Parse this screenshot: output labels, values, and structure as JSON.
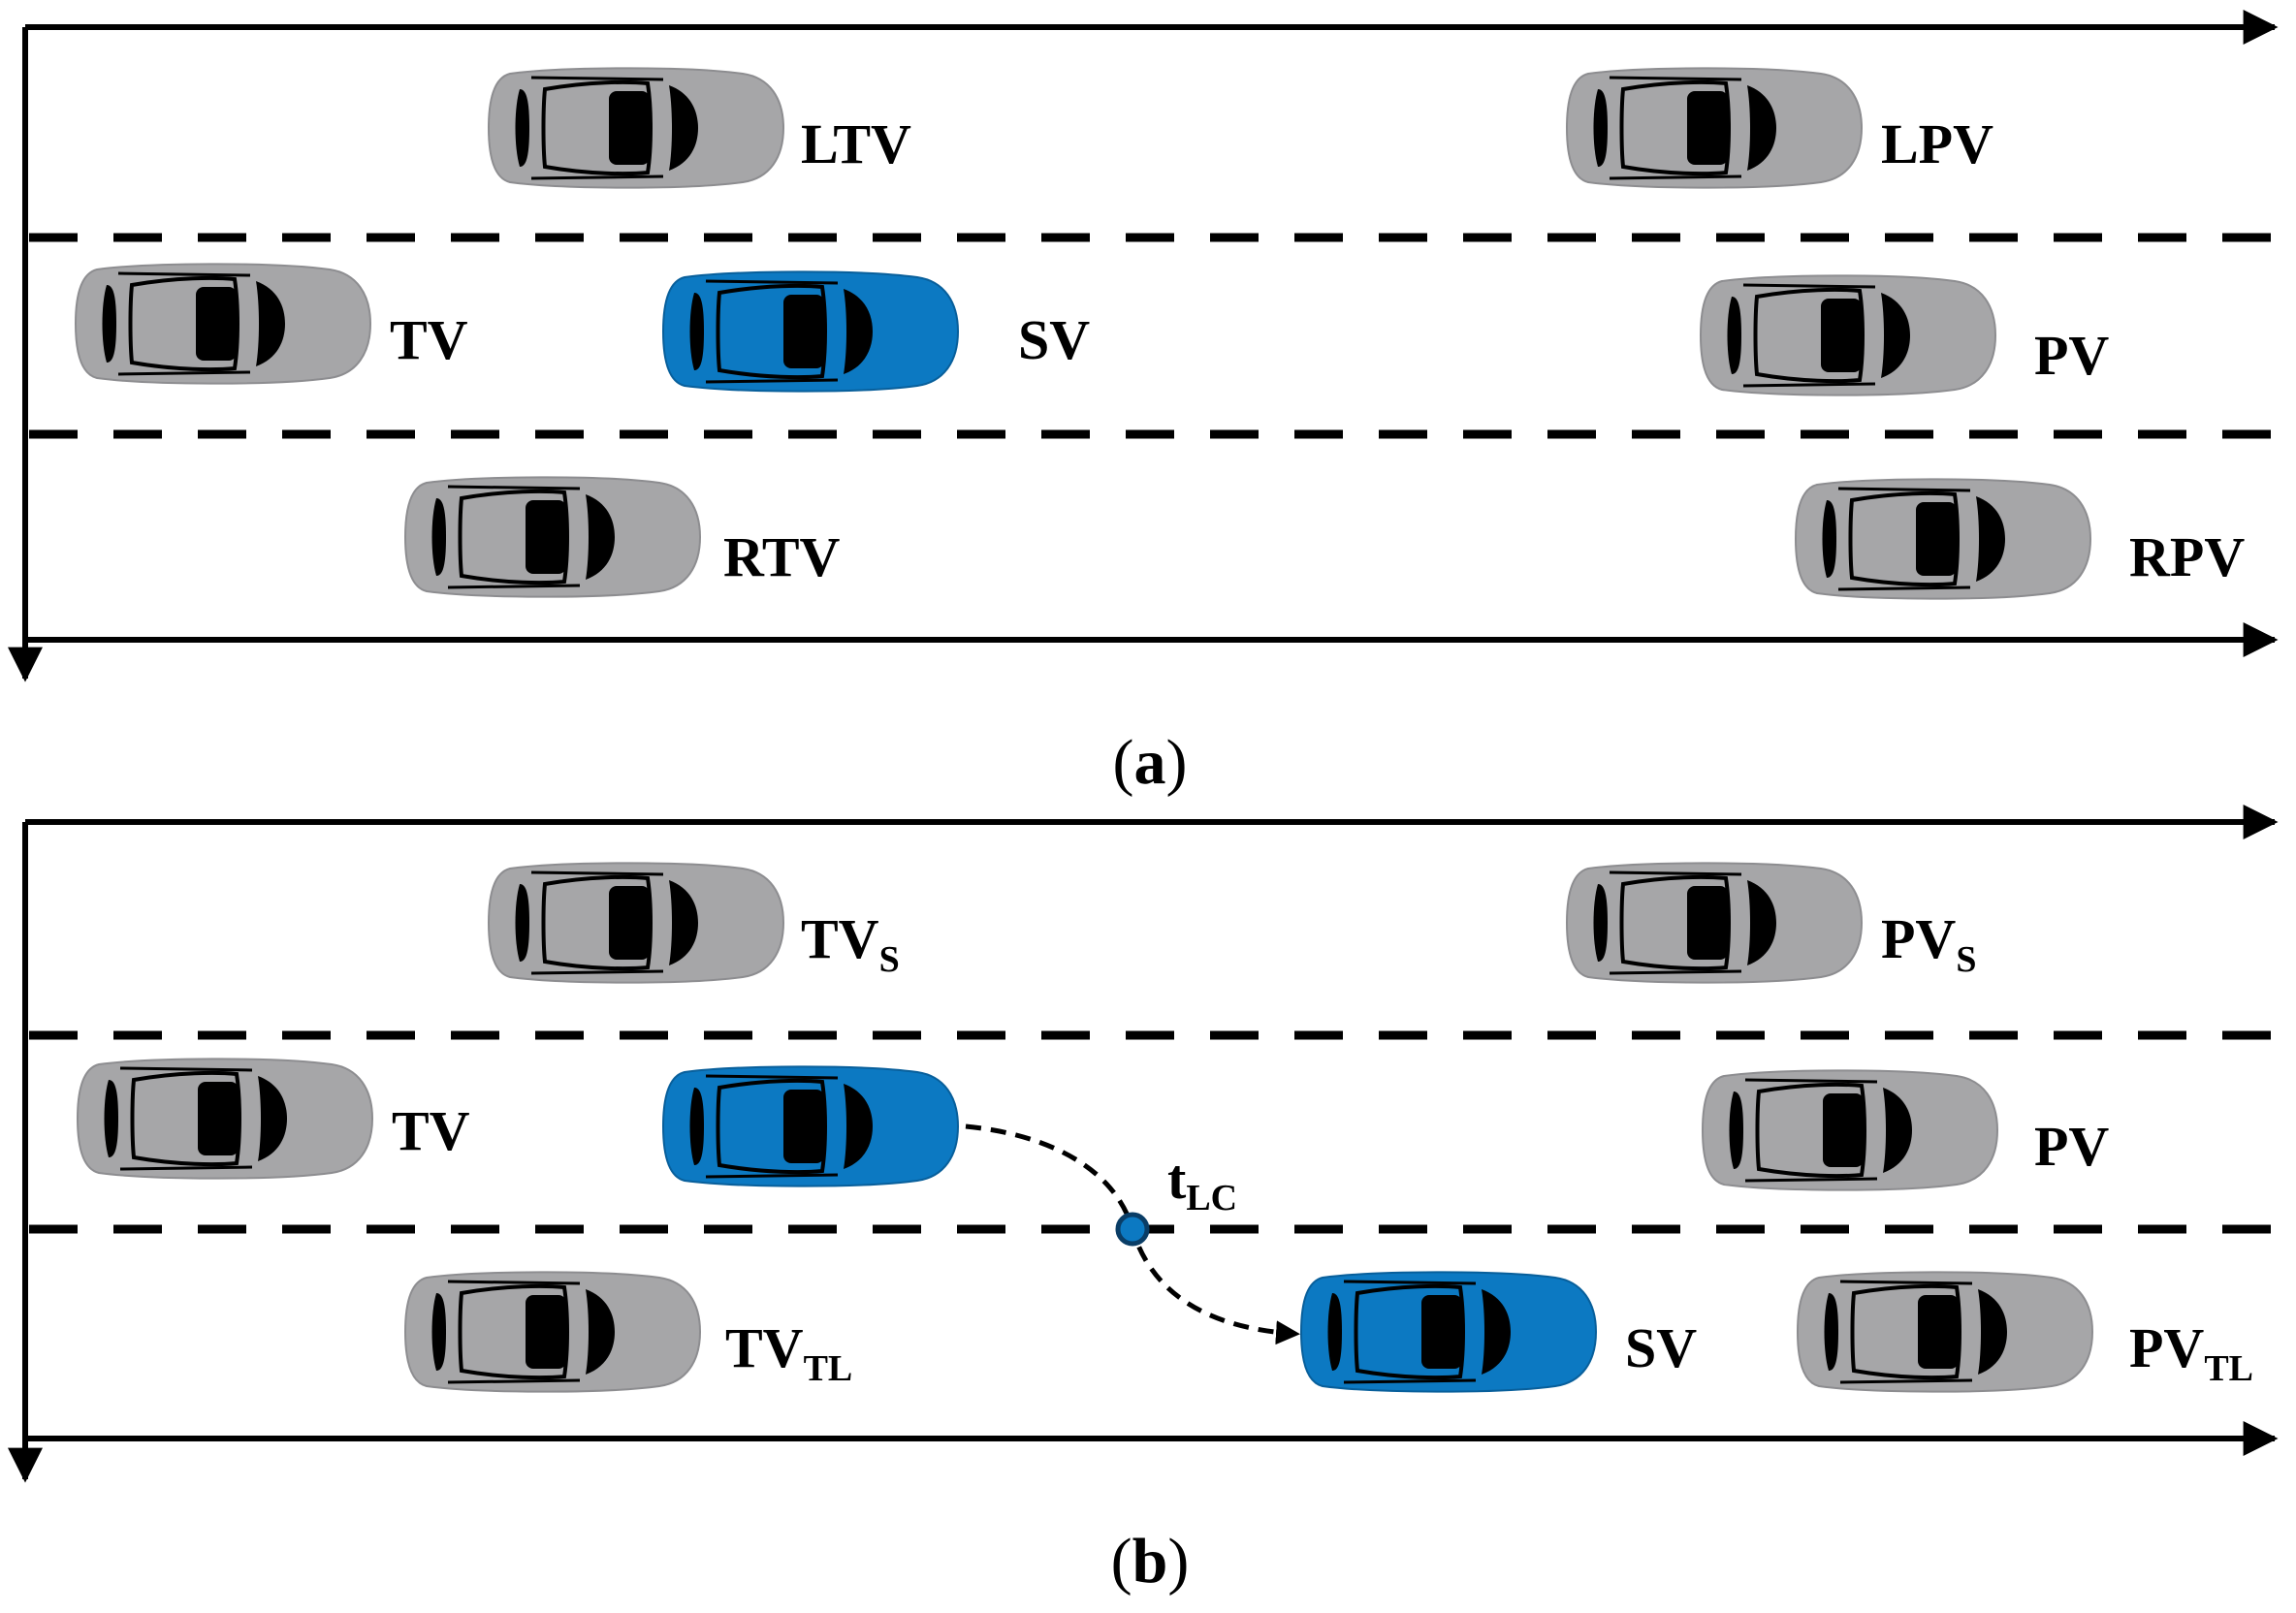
{
  "colors": {
    "road_line": "#000000",
    "car_gray": "#a6a6a8",
    "car_gray_edge": "#8d8d90",
    "car_blue": "#0c79c2",
    "car_blue_edge": "#085f9b",
    "glass": "#000000"
  },
  "panel_a": {
    "caption_letter": "a",
    "labels": {
      "ltv": "LTV",
      "lpv": "LPV",
      "tv": "TV",
      "sv": "SV",
      "pv": "PV",
      "rtv": "RTV",
      "rpv": "RPV"
    }
  },
  "panel_b": {
    "caption_letter": "b",
    "labels": {
      "tvs_main": "TV",
      "tvs_sub": "S",
      "pvs_main": "PV",
      "pvs_sub": "S",
      "tv": "TV",
      "pv": "PV",
      "tvtl_main": "TV",
      "tvtl_sub": "TL",
      "pvtl_main": "PV",
      "pvtl_sub": "TL",
      "sv": "SV",
      "tlc_main": "t",
      "tlc_sub": "LC"
    }
  }
}
